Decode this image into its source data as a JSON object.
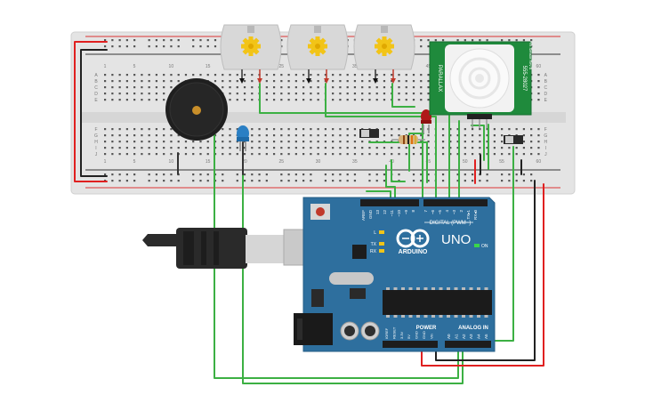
{
  "breadboard": {
    "column_numbers": [
      "1",
      "5",
      "10",
      "15",
      "20",
      "25",
      "30",
      "35",
      "40",
      "45",
      "50",
      "55",
      "60"
    ],
    "row_letters_top": [
      "A",
      "B",
      "C",
      "D",
      "E"
    ],
    "row_letters_bottom": [
      "F",
      "G",
      "H",
      "I",
      "J"
    ]
  },
  "pir_sensor": {
    "label_left": "PARALLAX",
    "label_right": "555-28027",
    "label_side": "PIR Sensor Rev B"
  },
  "arduino": {
    "brand": "ARDUINO",
    "model": "UNO",
    "digital_label": "DIGITAL (PWM~)",
    "power_label": "POWER",
    "analog_label": "ANALOG IN",
    "on_label": "ON",
    "l_label": "L",
    "tx_label": "TX",
    "rx_label": "RX",
    "digital_pins": [
      "AREF",
      "GND",
      "13",
      "12",
      "~11",
      "~10",
      "~9",
      "8",
      "7",
      "~6",
      "~5",
      "4",
      "~3",
      "2",
      "TX▸1",
      "RX◂0"
    ],
    "power_pins": [
      "IOREF",
      "RESET",
      "3.3V",
      "5V",
      "GND",
      "GND",
      "Vin"
    ],
    "analog_pins": [
      "A0",
      "A1",
      "A2",
      "A3",
      "A4",
      "A5"
    ]
  },
  "colors": {
    "board_blue": "#2e6f9e",
    "breadboard": "#e4e4e4",
    "wire_green": "#3cb043",
    "wire_red": "#e02020",
    "wire_black": "#222222",
    "motor": "#d8d8d8",
    "gear": "#f2c417",
    "pir_green": "#1f8a3c"
  }
}
